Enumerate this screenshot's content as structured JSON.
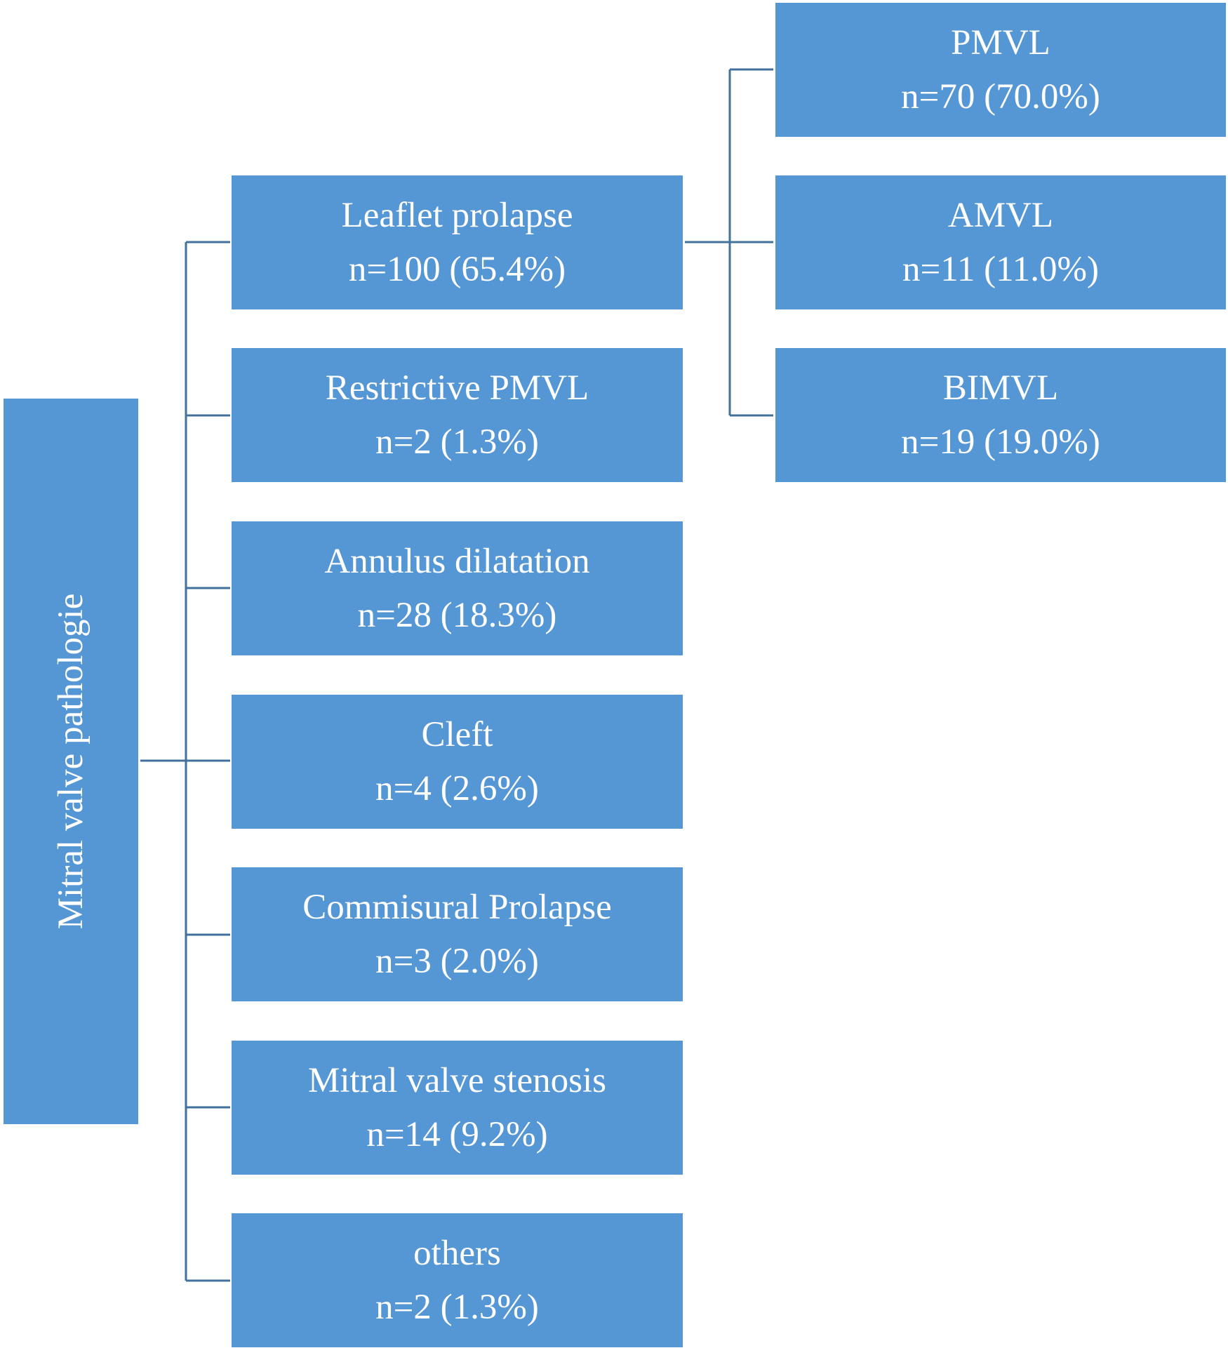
{
  "root": {
    "label": "Mitral valve pathologie"
  },
  "categories": [
    {
      "label": "Leaflet prolapse",
      "count": "n=100 (65.4%)"
    },
    {
      "label": "Restrictive PMVL",
      "count": "n=2 (1.3%)"
    },
    {
      "label": "Annulus dilatation",
      "count": "n=28 (18.3%)"
    },
    {
      "label": "Cleft",
      "count": "n=4 (2.6%)"
    },
    {
      "label": "Commisural Prolapse",
      "count": "n=3 (2.0%)"
    },
    {
      "label": "Mitral valve stenosis",
      "count": "n=14 (9.2%)"
    },
    {
      "label": "others",
      "count": "n=2 (1.3%)"
    }
  ],
  "subcategories": [
    {
      "label": "PMVL",
      "count": "n=70 (70.0%)"
    },
    {
      "label": "AMVL",
      "count": "n=11 (11.0%)"
    },
    {
      "label": "BIMVL",
      "count": "n=19 (19.0%)"
    }
  ],
  "colors": {
    "box_fill": "#5596d5",
    "connector": "#41719c",
    "text": "#ffffff"
  }
}
